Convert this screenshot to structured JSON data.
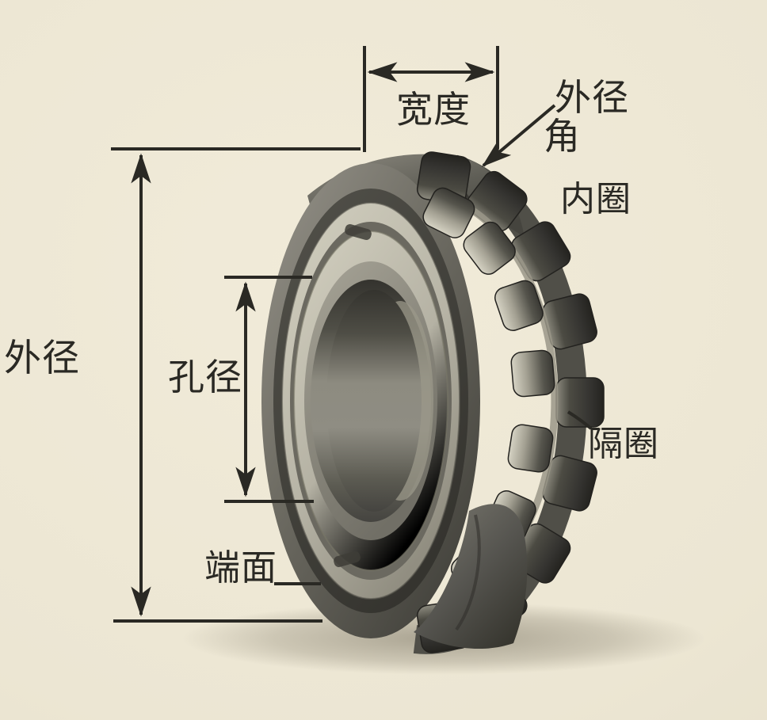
{
  "palette": {
    "background": "#ece6d3",
    "ink": "#2a2924"
  },
  "diagram": {
    "subject_labels": {
      "width": "宽度",
      "od_corner": [
        "外径",
        "角"
      ],
      "inner_ring": "内圈",
      "spacer_ring": "隔圈",
      "outer_diameter": "外径",
      "bore_diameter": "孔径",
      "end_face": "端面"
    }
  }
}
